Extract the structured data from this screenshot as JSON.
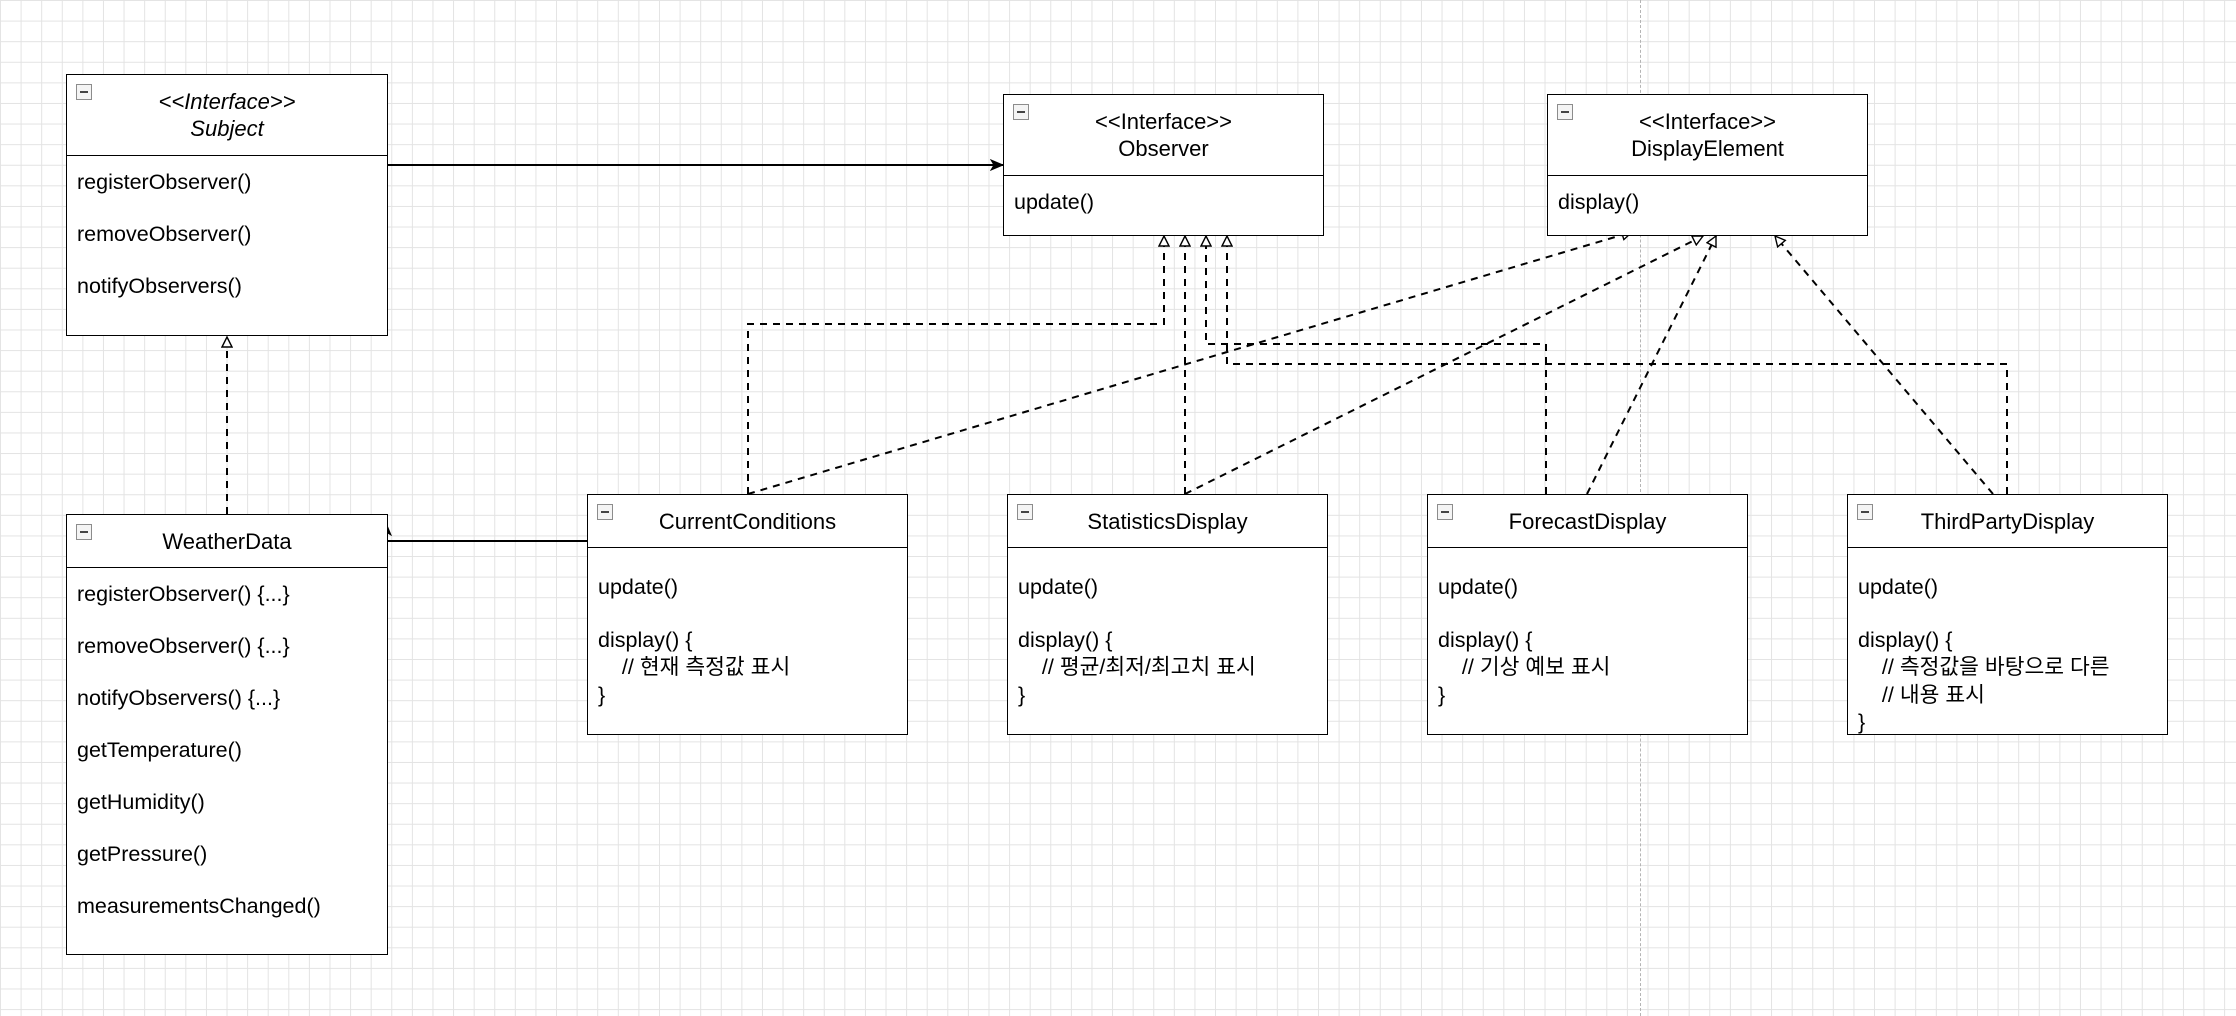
{
  "classes": {
    "subject": {
      "stereotype": "<<Interface>>",
      "name": "Subject",
      "methods": [
        "registerObserver()",
        "removeObserver()",
        "notifyObservers()"
      ]
    },
    "observer": {
      "stereotype": "<<Interface>>",
      "name": "Observer",
      "methods": [
        "update()"
      ]
    },
    "display_element": {
      "stereotype": "<<Interface>>",
      "name": "DisplayElement",
      "methods": [
        "display()"
      ]
    },
    "weather_data": {
      "name": "WeatherData",
      "methods": [
        "registerObserver() {...}",
        "removeObserver() {...}",
        "notifyObservers() {...}",
        "getTemperature()",
        "getHumidity()",
        "getPressure()",
        "measurementsChanged()"
      ]
    },
    "current_conditions": {
      "name": "CurrentConditions",
      "update": "update()",
      "display_open": "display() {",
      "comment_lines": [
        "    // 현재 측정값 표시"
      ],
      "display_close": "}"
    },
    "statistics_display": {
      "name": "StatisticsDisplay",
      "update": "update()",
      "display_open": "display() {",
      "comment_lines": [
        "    // 평균/최저/최고치 표시"
      ],
      "display_close": "}"
    },
    "forecast_display": {
      "name": "ForecastDisplay",
      "update": "update()",
      "display_open": "display() {",
      "comment_lines": [
        "    // 기상 예보 표시"
      ],
      "display_close": "}"
    },
    "third_party_display": {
      "name": "ThirdPartyDisplay",
      "update": "update()",
      "display_open": "display() {",
      "comment_lines": [
        "    // 측정값을 바탕으로 다른",
        "    // 내용 표시"
      ],
      "display_close": "}"
    }
  },
  "relationships": [
    {
      "from": "Subject",
      "to": "Observer",
      "kind": "association"
    },
    {
      "from": "WeatherData",
      "to": "Subject",
      "kind": "realization"
    },
    {
      "from": "CurrentConditions",
      "to": "WeatherData",
      "kind": "association"
    },
    {
      "from": "CurrentConditions",
      "to": "Observer",
      "kind": "realization"
    },
    {
      "from": "StatisticsDisplay",
      "to": "Observer",
      "kind": "realization"
    },
    {
      "from": "ForecastDisplay",
      "to": "Observer",
      "kind": "realization"
    },
    {
      "from": "ThirdPartyDisplay",
      "to": "Observer",
      "kind": "realization"
    },
    {
      "from": "CurrentConditions",
      "to": "DisplayElement",
      "kind": "realization"
    },
    {
      "from": "StatisticsDisplay",
      "to": "DisplayElement",
      "kind": "realization"
    },
    {
      "from": "ForecastDisplay",
      "to": "DisplayElement",
      "kind": "realization"
    },
    {
      "from": "ThirdPartyDisplay",
      "to": "DisplayElement",
      "kind": "realization"
    }
  ],
  "colors": {
    "canvas": "#ffffff",
    "grid": "#e3e3e3",
    "stroke": "#000000",
    "page_guide": "#b5b5b5"
  }
}
